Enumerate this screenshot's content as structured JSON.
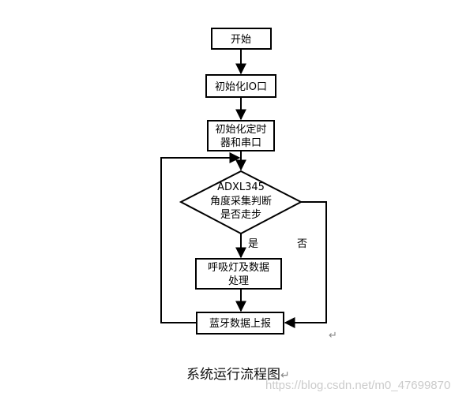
{
  "flowchart": {
    "start": "开始",
    "init_io": "初始化IO口",
    "init_timer_line1": "初始化定时",
    "init_timer_line2": "器和串口",
    "decision_line1": "ADXL345",
    "decision_line2": "角度采集判断",
    "decision_line3": "是否走步",
    "yes_label": "是",
    "no_label": "否",
    "process_line1": "呼吸灯及数据",
    "process_line2": "处理",
    "report": "蓝牙数据上报"
  },
  "caption": "系统运行流程图",
  "return_mark": "↵",
  "watermark": "https://blog.csdn.net/m0_47699870"
}
